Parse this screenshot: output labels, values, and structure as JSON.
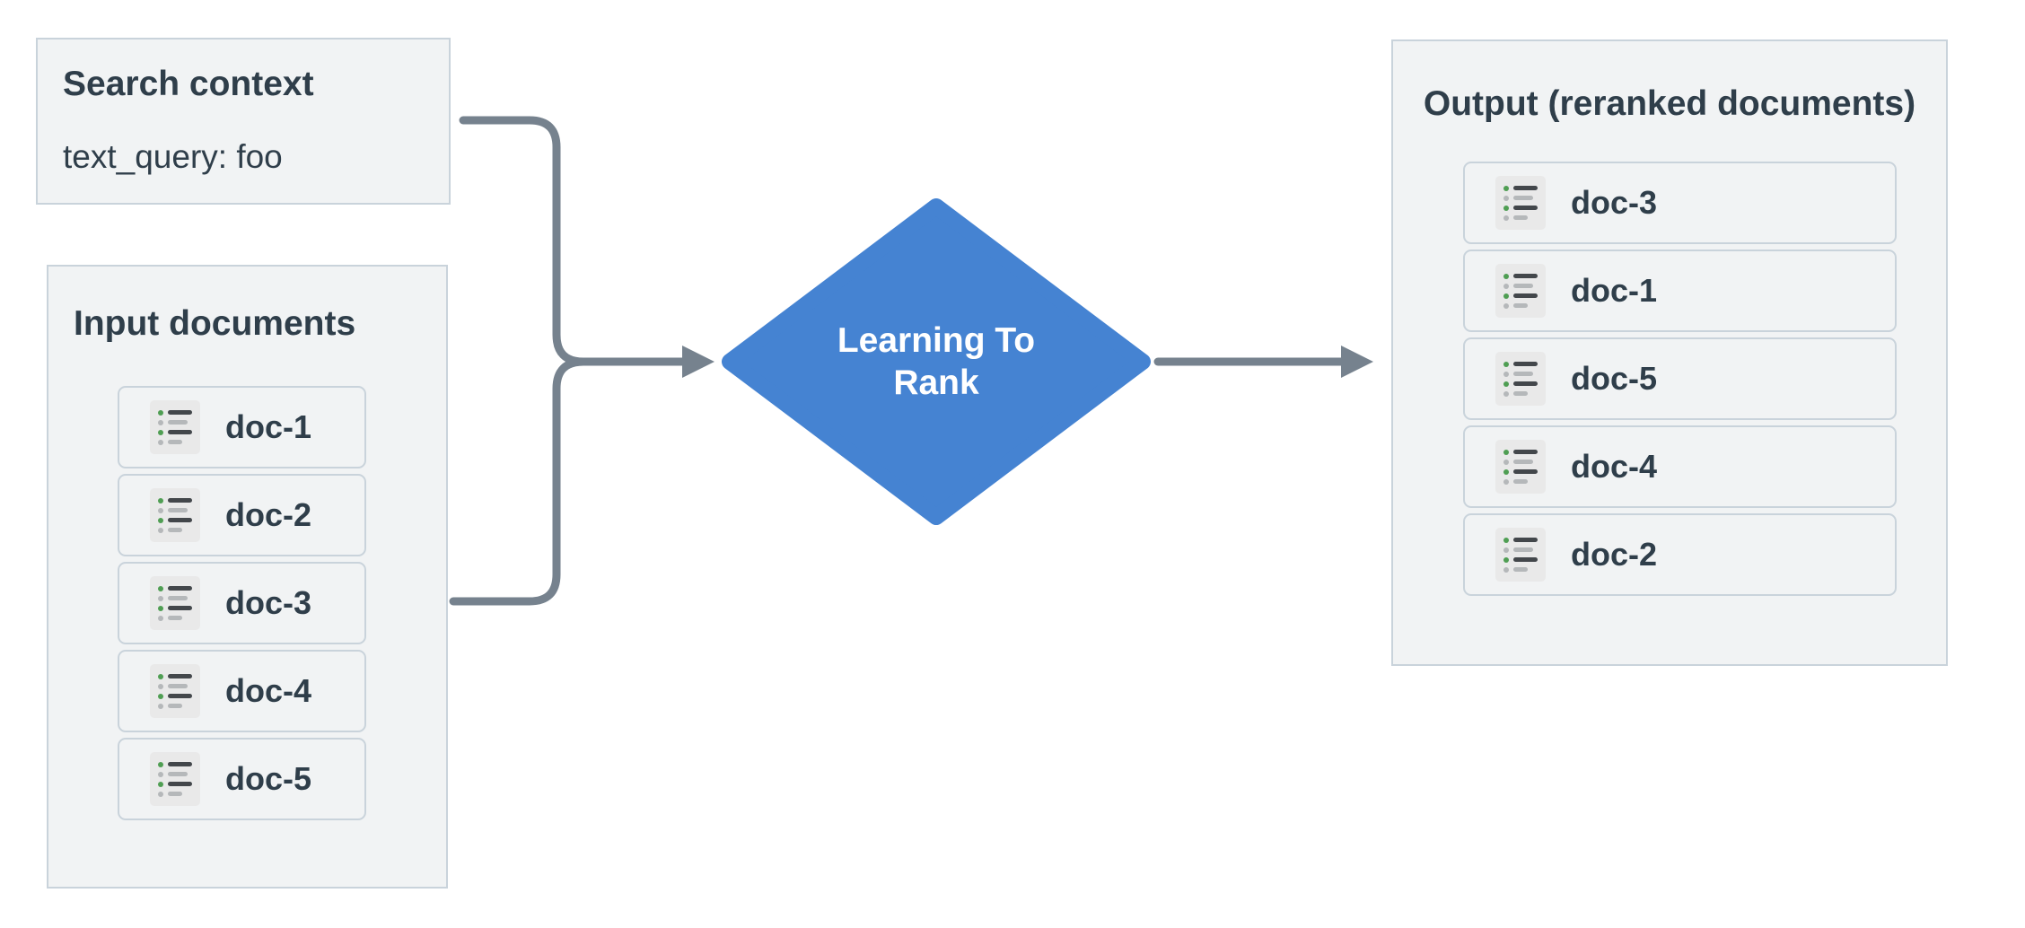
{
  "search_context": {
    "title": "Search context",
    "query": "text_query: foo"
  },
  "input_documents": {
    "title": "Input documents",
    "icon": "document-list-icon",
    "docs": [
      "doc-1",
      "doc-2",
      "doc-3",
      "doc-4",
      "doc-5"
    ]
  },
  "process": {
    "label_line1": "Learning To",
    "label_line2": "Rank"
  },
  "output_documents": {
    "title": "Output (reranked documents)",
    "icon": "document-list-icon",
    "docs": [
      "doc-3",
      "doc-1",
      "doc-5",
      "doc-4",
      "doc-2"
    ]
  },
  "colors": {
    "process_node": "#4583d2",
    "connector": "#76828e",
    "panel_background": "#f1f3f4",
    "panel_border": "#c9d3db",
    "text": "#2f3e4a",
    "icon_background": "#e9e9e9",
    "icon_green_dot": "#4f9e53"
  }
}
